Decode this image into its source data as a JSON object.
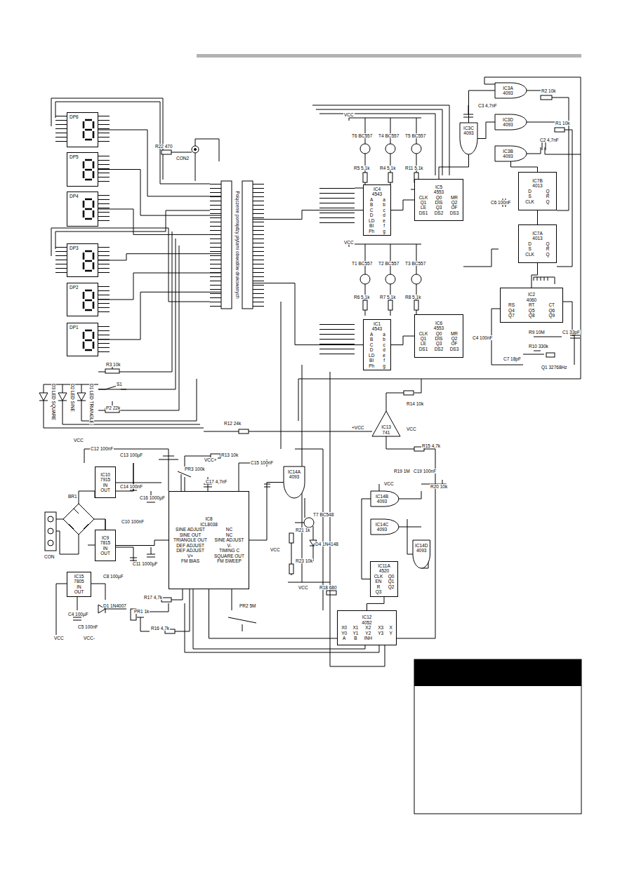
{
  "diagram": {
    "nodes": [
      {
        "text": [
          "DP6"
        ]
      },
      {
        "text": [
          "DP5"
        ]
      },
      {
        "text": [
          "DP4"
        ]
      },
      {
        "text": [
          "DP3"
        ]
      },
      {
        "text": [
          "DP2"
        ]
      },
      {
        "text": [
          "DP1"
        ]
      },
      {
        "text": [
          "IC3A",
          "4093"
        ]
      },
      {
        "text": [
          "IC3D",
          "4093"
        ]
      },
      {
        "text": [
          "IC3C",
          "4093"
        ]
      },
      {
        "text": [
          "IC3B",
          "4093"
        ]
      },
      {
        "text": [
          "IC4",
          "4543",
          "A",
          "a",
          "B",
          "b",
          "C",
          "c",
          "D",
          "d",
          "LD",
          "e",
          "BI",
          "f",
          "Ph",
          "g"
        ]
      },
      {
        "text": [
          "IC5",
          "4553",
          "CLK",
          "Q0",
          "MR",
          "Q1",
          "DIS",
          "Q2",
          "LE",
          "Q3",
          "OF",
          "DS1",
          "DS2",
          "DS3"
        ]
      },
      {
        "text": [
          "IC7B",
          "4013",
          "D",
          "Q",
          "S",
          "R",
          "CLK",
          "Q"
        ]
      },
      {
        "text": [
          "Połączenie pomiędzy płytami obwodów drukowanych"
        ]
      },
      {
        "text": [
          "IC7A",
          "4013",
          "D",
          "Q",
          "S",
          "R",
          "CLK",
          "Q"
        ]
      },
      {
        "text": [
          "IC1",
          "4543",
          "A",
          "a",
          "B",
          "b",
          "C",
          "c",
          "D",
          "d",
          "LD",
          "e",
          "BI",
          "f",
          "Ph",
          "g"
        ]
      },
      {
        "text": [
          "IC6",
          "4553",
          "CLK",
          "Q0",
          "MR",
          "Q1",
          "DIS",
          "Q2",
          "LE",
          "Q3",
          "OF",
          "DS1",
          "DS2",
          "DS3"
        ]
      },
      {
        "text": [
          "IC2",
          "4060",
          "RS",
          "RT",
          "CT",
          "Q4",
          "Q5",
          "Q6",
          "Q7",
          "Q8",
          "Q9"
        ]
      },
      {
        "text": [
          "IC13",
          "741"
        ]
      },
      {
        "text": [
          "IC10",
          "7915",
          "IN",
          "OUT"
        ]
      },
      {
        "text": [
          "IC14A",
          "4093"
        ]
      },
      {
        "text": [
          "IC14B",
          "4093"
        ]
      },
      {
        "text": [
          "IC8",
          "ICL8038",
          "SINE ADJUST",
          "NC",
          "SINE OUT",
          "NC",
          "TRIANGLE OUT",
          "SINE ADJUST",
          "DEF ADJUST",
          "V-",
          "DEF ADJUST",
          "TIMING C",
          "V+",
          "SQUARE OUT",
          "FM BIAS",
          "FM SWEEP"
        ]
      },
      {
        "text": [
          "IC14C",
          "4093"
        ]
      },
      {
        "text": [
          "IC9",
          "7815",
          "IN",
          "OUT"
        ]
      },
      {
        "text": [
          "IC14D",
          "4093"
        ]
      },
      {
        "text": [
          "IC11A",
          "4520",
          "CLK",
          "Q0",
          "EN",
          "Q1",
          "R",
          "Q2",
          "Q3"
        ]
      },
      {
        "text": [
          "IC15",
          "7805",
          "IN",
          "OUT"
        ]
      },
      {
        "text": [
          "IC12",
          "4052",
          "X0",
          "X1",
          "X2",
          "X3",
          "X",
          "Y0",
          "Y1",
          "Y2",
          "Y3",
          "Y",
          "A",
          "B",
          "INH"
        ]
      }
    ],
    "edges": [
      {
        "from": 11,
        "to": 10,
        "arrow": "none"
      },
      {
        "from": 16,
        "to": 15,
        "arrow": "none"
      },
      {
        "from": 10,
        "to": 13,
        "arrow": "none"
      },
      {
        "from": 15,
        "to": 13,
        "arrow": "none"
      },
      {
        "from": 13,
        "to": 5,
        "arrow": "none"
      },
      {
        "from": 13,
        "to": 4,
        "arrow": "none"
      },
      {
        "from": 13,
        "to": 3,
        "arrow": "none"
      },
      {
        "from": 13,
        "to": 2,
        "arrow": "none"
      },
      {
        "from": 13,
        "to": 1,
        "arrow": "none"
      },
      {
        "from": 13,
        "to": 0,
        "arrow": "none"
      },
      {
        "from": 17,
        "to": 14,
        "arrow": "none"
      },
      {
        "from": 14,
        "to": 12,
        "arrow": "none"
      },
      {
        "from": 12,
        "to": 9,
        "arrow": "none"
      },
      {
        "from": 8,
        "to": 11,
        "arrow": "none"
      },
      {
        "from": 6,
        "to": 8,
        "arrow": "none"
      },
      {
        "from": 7,
        "to": 8,
        "arrow": "none"
      },
      {
        "from": 26,
        "to": 28,
        "arrow": "none"
      },
      {
        "from": 21,
        "to": 26,
        "arrow": "none"
      },
      {
        "from": 22,
        "to": 28,
        "arrow": "none"
      },
      {
        "from": 24,
        "to": 22,
        "arrow": "none"
      },
      {
        "from": 20,
        "to": 22,
        "arrow": "none"
      }
    ],
    "labels": [
      "R22 470",
      "CON2",
      "VCC",
      "T6 BC557",
      "T4 BC557",
      "T5 BC557",
      "R5 5,1k",
      "R4 5,1k",
      "R11 5,1k",
      "C3 4,7nF",
      "R2 10k",
      "R1 10k",
      "C2 4,7nF",
      "C6 100nF",
      "VCC",
      "T1 BC557",
      "T2 BC557",
      "T3 BC557",
      "R6 5,1k",
      "R7 5,1k",
      "R8 5,1k",
      "C4 100nF",
      "R9 10M",
      "R10 330k",
      "C7 18pF",
      "Q1 32768Hz",
      "C1 33pF",
      "R3 10k",
      "S1",
      "P2 22k",
      "D3 LED SQUARE",
      "D2 LED SINE",
      "D1 LED TRIANGLE",
      "R12 24k",
      "+VCC",
      "VCC",
      "R14 10k",
      "R15 4,7k",
      "R19 1M",
      "C19 100nF",
      "VCC",
      "R20 10k",
      "VCC",
      "C12 100nF",
      "C13 100µF",
      "C14 100nF",
      "C16 1000µF",
      "BR1",
      "CON",
      "C10 100nF",
      "C11 1000µF",
      "C8 100µF",
      "D1 1N4007",
      "C4 100µF",
      "C5 100nF",
      "VCC",
      "VCC-",
      "PR3 100k",
      "VCC+",
      "R13 10k",
      "C17 4,7nF",
      "C15 100nF",
      "T7 BC548",
      "R21 1k",
      "D4 1N4148",
      "VCC",
      "R23 10k",
      "R17 4,7k",
      "PR1 1k",
      "R16 4,7k",
      "PR2 5M",
      "VCC",
      "R18 680"
    ]
  }
}
